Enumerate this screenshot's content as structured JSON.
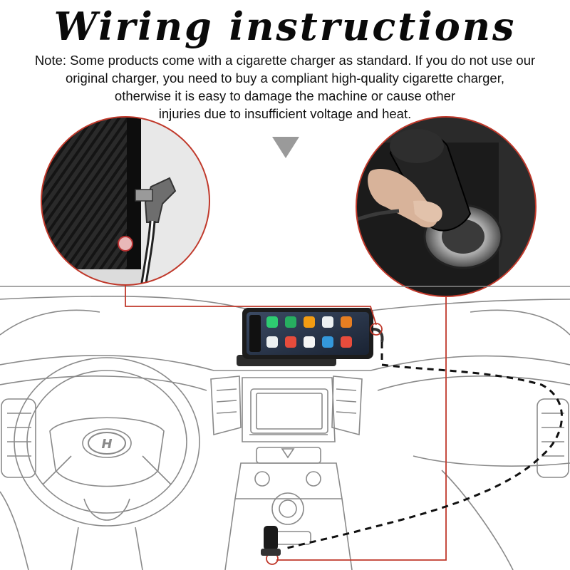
{
  "title": "Wiring instructions",
  "note_lines": [
    "Note: Some products come with a cigarette charger as standard. If you do not use our",
    "original charger, you need to buy a compliant high-quality cigarette charger,",
    "otherwise it is easy to damage the machine or cause other",
    "injuries due to insufficient voltage and heat."
  ],
  "steering_logo": "HYUNDAI",
  "colors": {
    "accent_line": "#c0392b",
    "outline": "#8a8a8a",
    "arrow": "#9a9a9a",
    "device_body": "#1c1c1c"
  },
  "icons": [
    "down-arrow-icon",
    "carplay-app-icons",
    "car-logo-icon"
  ]
}
